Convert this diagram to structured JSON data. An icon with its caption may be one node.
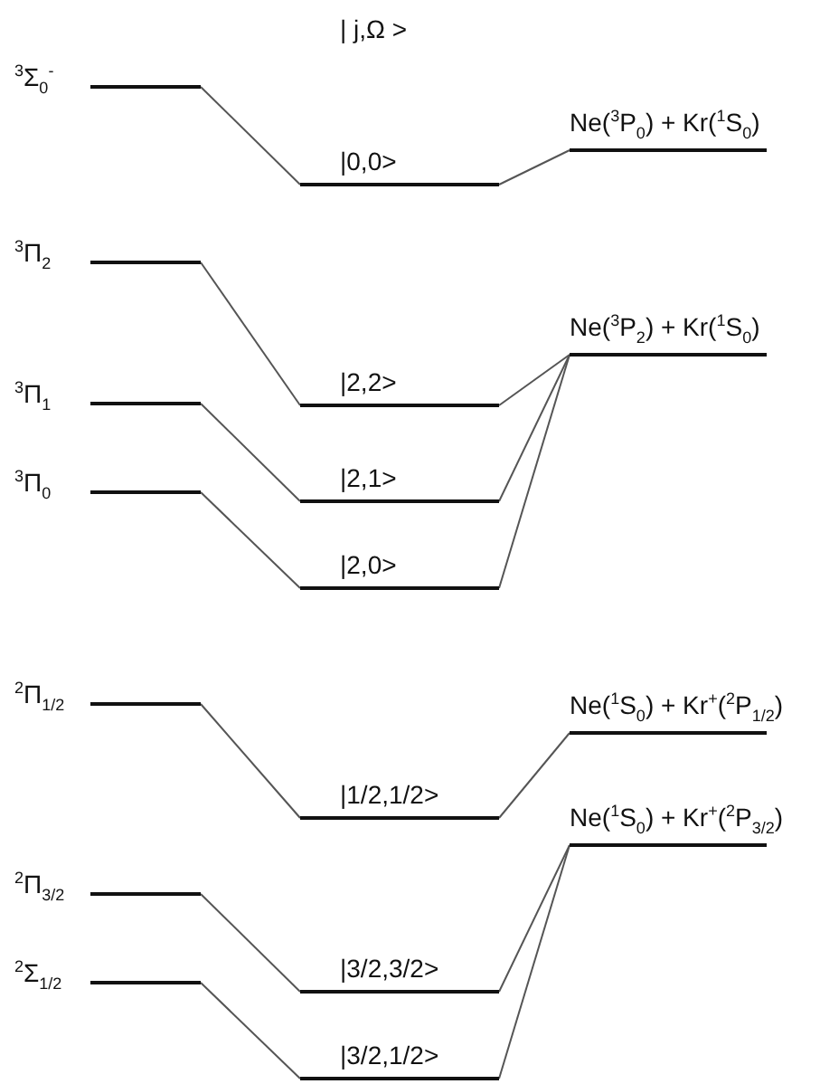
{
  "diagram": {
    "nodes": [
      {
        "text": [
          "$^{3}$Σ$_{0}$$^{-}$"
        ]
      },
      {
        "text": [
          "$^{3}$Π$_{2}$"
        ]
      },
      {
        "text": [
          "$^{3}$Π$_{1}$"
        ]
      },
      {
        "text": [
          "$^{3}$Π$_{0}$"
        ]
      },
      {
        "text": [
          "$^{2}$Π$_{1/2}$"
        ]
      },
      {
        "text": [
          "$^{2}$Π$_{3/2}$"
        ]
      },
      {
        "text": [
          "$^{2}$Σ$_{1/2}$"
        ]
      },
      {
        "text": [
          "|0,0>"
        ]
      },
      {
        "text": [
          "|2,2>"
        ]
      },
      {
        "text": [
          "|2,1>"
        ]
      },
      {
        "text": [
          "|2,0>"
        ]
      },
      {
        "text": [
          "|1/2,1/2>"
        ]
      },
      {
        "text": [
          "|3/2,3/2>"
        ]
      },
      {
        "text": [
          "|3/2,1/2>"
        ]
      },
      {
        "text": [
          "Ne($^{3}$P$_{0}$) + Kr($^{1}$S$_{0}$)"
        ]
      },
      {
        "text": [
          "Ne($^{3}$P$_{2}$) + Kr($^{1}$S$_{0}$)"
        ]
      },
      {
        "text": [
          "Ne($^{1}$S$_{0}$) + Kr$^{+}$($^{2}$P$_{1/2}$)"
        ]
      },
      {
        "text": [
          "Ne($^{1}$S$_{0}$) + Kr$^{+}$($^{2}$P$_{3/2}$)"
        ]
      }
    ],
    "edges": [
      {
        "from": 0,
        "to": 7,
        "arrow": "none"
      },
      {
        "from": 1,
        "to": 8,
        "arrow": "none"
      },
      {
        "from": 2,
        "to": 9,
        "arrow": "none"
      },
      {
        "from": 3,
        "to": 10,
        "arrow": "none"
      },
      {
        "from": 4,
        "to": 11,
        "arrow": "none"
      },
      {
        "from": 5,
        "to": 12,
        "arrow": "none"
      },
      {
        "from": 6,
        "to": 13,
        "arrow": "none"
      },
      {
        "from": 7,
        "to": 14,
        "arrow": "none"
      },
      {
        "from": 8,
        "to": 15,
        "arrow": "none"
      },
      {
        "from": 9,
        "to": 15,
        "arrow": "none"
      },
      {
        "from": 10,
        "to": 15,
        "arrow": "none"
      },
      {
        "from": 11,
        "to": 16,
        "arrow": "none"
      },
      {
        "from": 12,
        "to": 17,
        "arrow": "none"
      },
      {
        "from": 13,
        "to": 17,
        "arrow": "none"
      }
    ],
    "labels": [
      "| j,Ω >"
    ]
  }
}
